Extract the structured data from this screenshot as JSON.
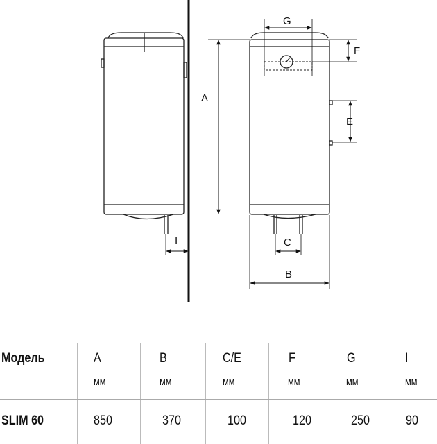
{
  "diagram": {
    "labels": {
      "A": "A",
      "B": "B",
      "C": "C",
      "E": "E",
      "F": "F",
      "G": "G",
      "I": "I"
    }
  },
  "table": {
    "header": {
      "model_label": "Модель",
      "columns": [
        {
          "name": "A",
          "unit": "мм"
        },
        {
          "name": "B",
          "unit": "мм"
        },
        {
          "name": "C/E",
          "unit": "мм"
        },
        {
          "name": "F",
          "unit": "мм"
        },
        {
          "name": "G",
          "unit": "мм"
        },
        {
          "name": "I",
          "unit": "мм"
        }
      ]
    },
    "rows": [
      {
        "model": "SLIM 60",
        "values": [
          "850",
          "370",
          "100",
          "120",
          "250",
          "90"
        ]
      }
    ]
  }
}
